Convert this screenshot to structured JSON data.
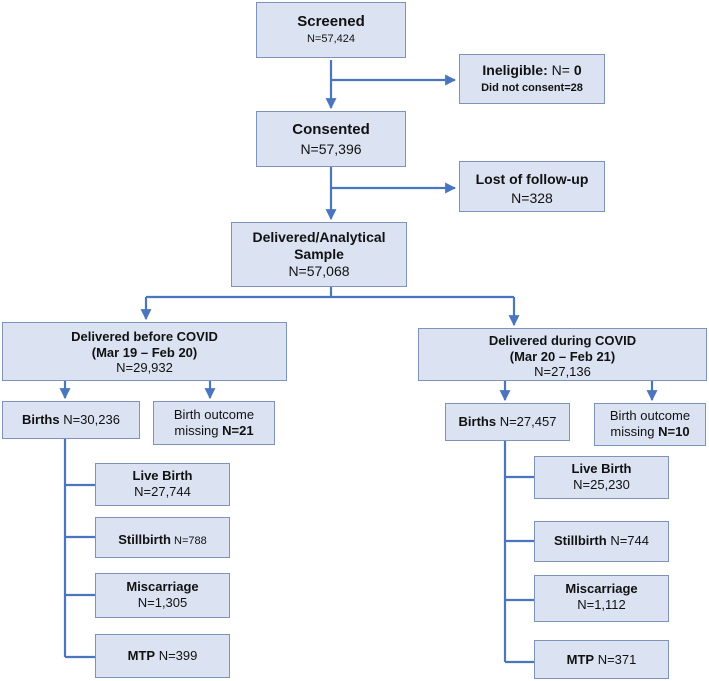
{
  "screened": {
    "title": "Screened",
    "n": "N=57,424"
  },
  "ineligible": {
    "title": "Ineligible:",
    "n_prefix": "N= ",
    "n": "0",
    "note": "Did not consent=28"
  },
  "consented": {
    "title": "Consented",
    "n": "N=57,396"
  },
  "lost": {
    "title": "Lost of follow-up",
    "n": "N=328"
  },
  "delivered": {
    "title_line1": "Delivered/Analytical",
    "title_line2": "Sample",
    "n": "N=57,068"
  },
  "before": {
    "title_line1": "Delivered before COVID",
    "title_line2": "(Mar 19 – Feb 20)",
    "n": "N=29,932",
    "births": {
      "label": "Births",
      "n": " N=30,236"
    },
    "missing": {
      "line1": "Birth outcome",
      "line2": "missing",
      "n": " N=21"
    },
    "live": {
      "label": "Live Birth",
      "n": "N=27,744"
    },
    "still": {
      "label": "Stillbirth",
      "n": " N=788"
    },
    "misc": {
      "label": "Miscarriage",
      "n": "N=1,305"
    },
    "mtp": {
      "label": "MTP",
      "n": " N=399"
    }
  },
  "during": {
    "title_line1": "Delivered during COVID",
    "title_line2": "(Mar 20 – Feb 21)",
    "n": "N=27,136",
    "births": {
      "label": "Births",
      "n": " N=27,457"
    },
    "missing": {
      "line1": "Birth outcome",
      "line2": "missing",
      "n": " N=10"
    },
    "live": {
      "label": "Live Birth",
      "n": "N=25,230"
    },
    "still": {
      "label": "Stillbirth",
      "n": " N=744"
    },
    "misc": {
      "label": "Miscarriage",
      "n": "N=1,112"
    },
    "mtp": {
      "label": "MTP",
      "n": " N=371"
    }
  }
}
